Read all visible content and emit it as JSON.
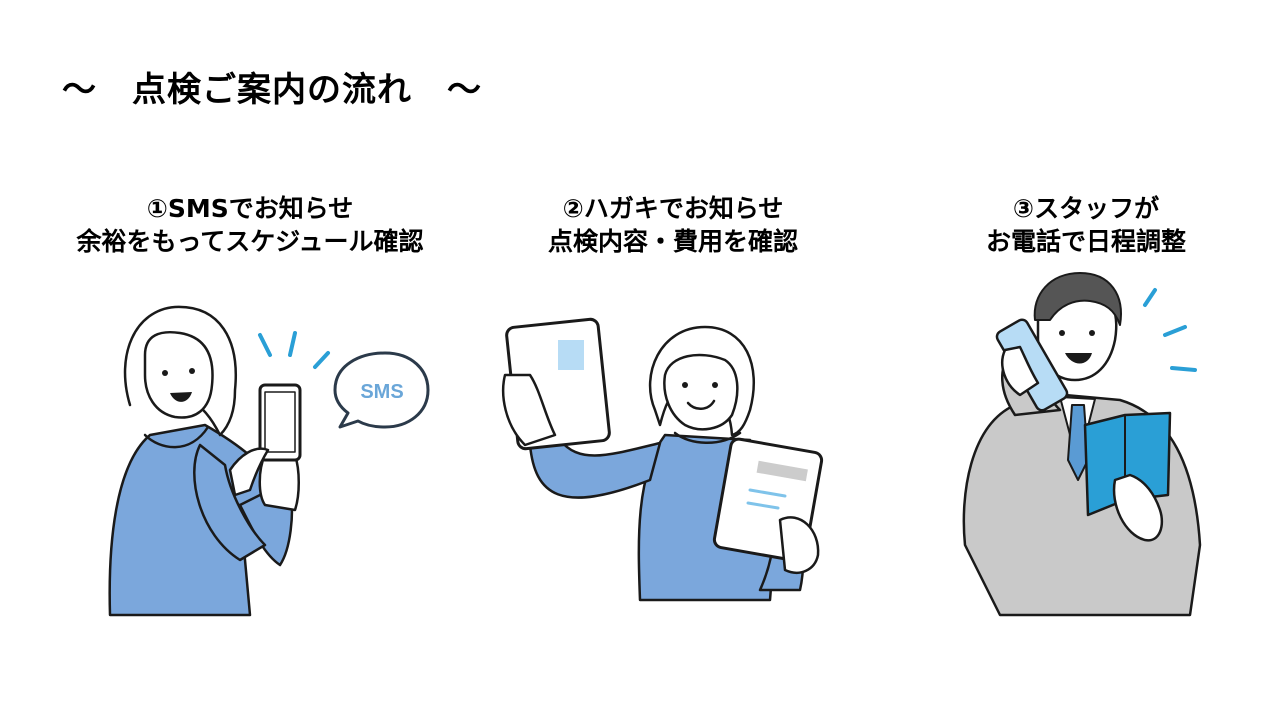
{
  "slide": {
    "title": "～　点検ご案内の流れ　～",
    "steps": [
      {
        "line1": "①SMSでお知らせ",
        "line2": "余裕をもってスケジュール確認",
        "illustration": "woman-smartphone-icon"
      },
      {
        "line1": "②ハガキでお知らせ",
        "line2": "点検内容・費用を確認",
        "illustration": "woman-postcard-icon"
      },
      {
        "line1": "③スタッフが",
        "line2": "お電話で日程調整",
        "illustration": "man-phone-call-icon"
      }
    ],
    "bubble_text": "SMS"
  },
  "colors": {
    "sweater_blue": "#7ba7dc",
    "accent_blue": "#2a9fd6",
    "suit_gray": "#c9c9c9",
    "card_blue": "#b7dcf5",
    "outline": "#1a1a1a"
  }
}
